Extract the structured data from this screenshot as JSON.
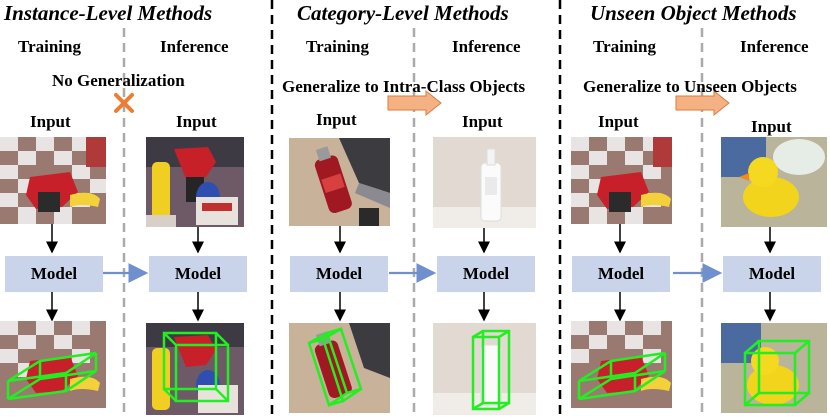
{
  "sections": [
    {
      "title": "Instance-Level Methods",
      "training": "Training",
      "inference": "Inference",
      "note": "No Generalization",
      "input_left": "Input",
      "input_right": "Input",
      "model_left": "Model",
      "model_right": "Model"
    },
    {
      "title": "Category-Level Methods",
      "training": "Training",
      "inference": "Inference",
      "note": "Generalize to Intra-Class Objects",
      "input_left": "Input",
      "input_right": "Input",
      "model_left": "Model",
      "model_right": "Model"
    },
    {
      "title": "Unseen Object Methods",
      "training": "Training",
      "inference": "Inference",
      "note": "Generalize to Unseen Objects",
      "input_left": "Input",
      "input_right": "Input",
      "model_left": "Model",
      "model_right": "Model"
    }
  ],
  "colors": {
    "model_box": "#c9d3ea",
    "connector_arrow": "#6f8fcf",
    "generalize_arrow": "#f4b183",
    "no_generalization_cross": "#ed7d31",
    "bounding_box": "#22ee22",
    "divider_black": "#000000",
    "divider_gray": "#aaaaaa"
  }
}
